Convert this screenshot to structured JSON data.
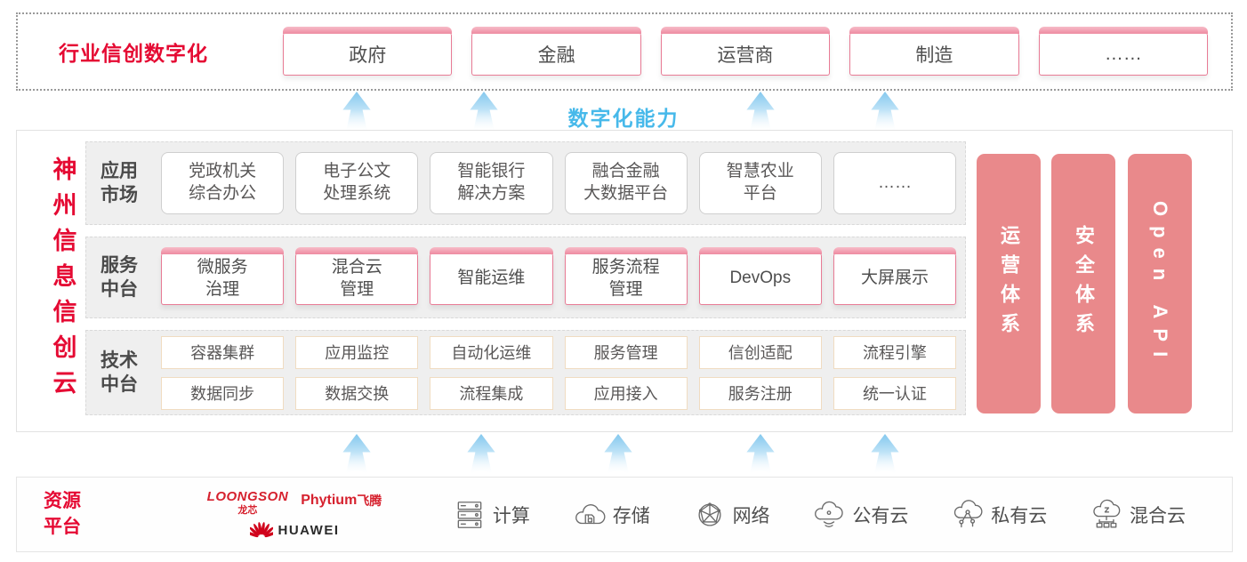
{
  "colors": {
    "brand_red": "#e50a33",
    "pillar_pink": "#e9898b",
    "accent_border_pink": "#e87b95",
    "capability_blue": "#47b9ea",
    "row_gray": "#efefef",
    "box_text": "#595757"
  },
  "top_banner": {
    "label": "行业信创数字化",
    "items": [
      "政府",
      "金融",
      "运营商",
      "制造",
      "……"
    ]
  },
  "capability_label": "数字化能力",
  "platform": {
    "title": "神州信息信创云",
    "rows": [
      {
        "label": "应用\n市场",
        "items": [
          "党政机关\n综合办公",
          "电子公文\n处理系统",
          "智能银行\n解决方案",
          "融合金融\n大数据平台",
          "智慧农业\n平台",
          "……"
        ]
      },
      {
        "label": "服务\n中台",
        "items": [
          "微服务\n治理",
          "混合云\n管理",
          "智能运维",
          "服务流程\n管理",
          "DevOps",
          "大屏展示"
        ]
      },
      {
        "label": "技术\n中台",
        "items_row1": [
          "容器集群",
          "应用监控",
          "自动化运维",
          "服务管理",
          "信创适配",
          "流程引擎"
        ],
        "items_row2": [
          "数据同步",
          "数据交换",
          "流程集成",
          "应用接入",
          "服务注册",
          "统一认证"
        ]
      }
    ],
    "pillars": [
      "运营体系",
      "安全体系",
      "Open API"
    ]
  },
  "resources": {
    "label": "资源\n平台",
    "logos": {
      "loongson_en": "LOONGSON",
      "loongson_cn": "龙芯",
      "phytium_en": "Phytium",
      "phytium_cn": "飞腾",
      "huawei": "HUAWEI"
    },
    "items": [
      {
        "icon": "server-icon",
        "label": "计算"
      },
      {
        "icon": "storage-cloud-icon",
        "label": "存储"
      },
      {
        "icon": "network-globe-icon",
        "label": "网络"
      },
      {
        "icon": "public-cloud-icon",
        "label": "公有云"
      },
      {
        "icon": "private-cloud-icon",
        "label": "私有云"
      },
      {
        "icon": "hybrid-cloud-icon",
        "label": "混合云"
      }
    ]
  }
}
